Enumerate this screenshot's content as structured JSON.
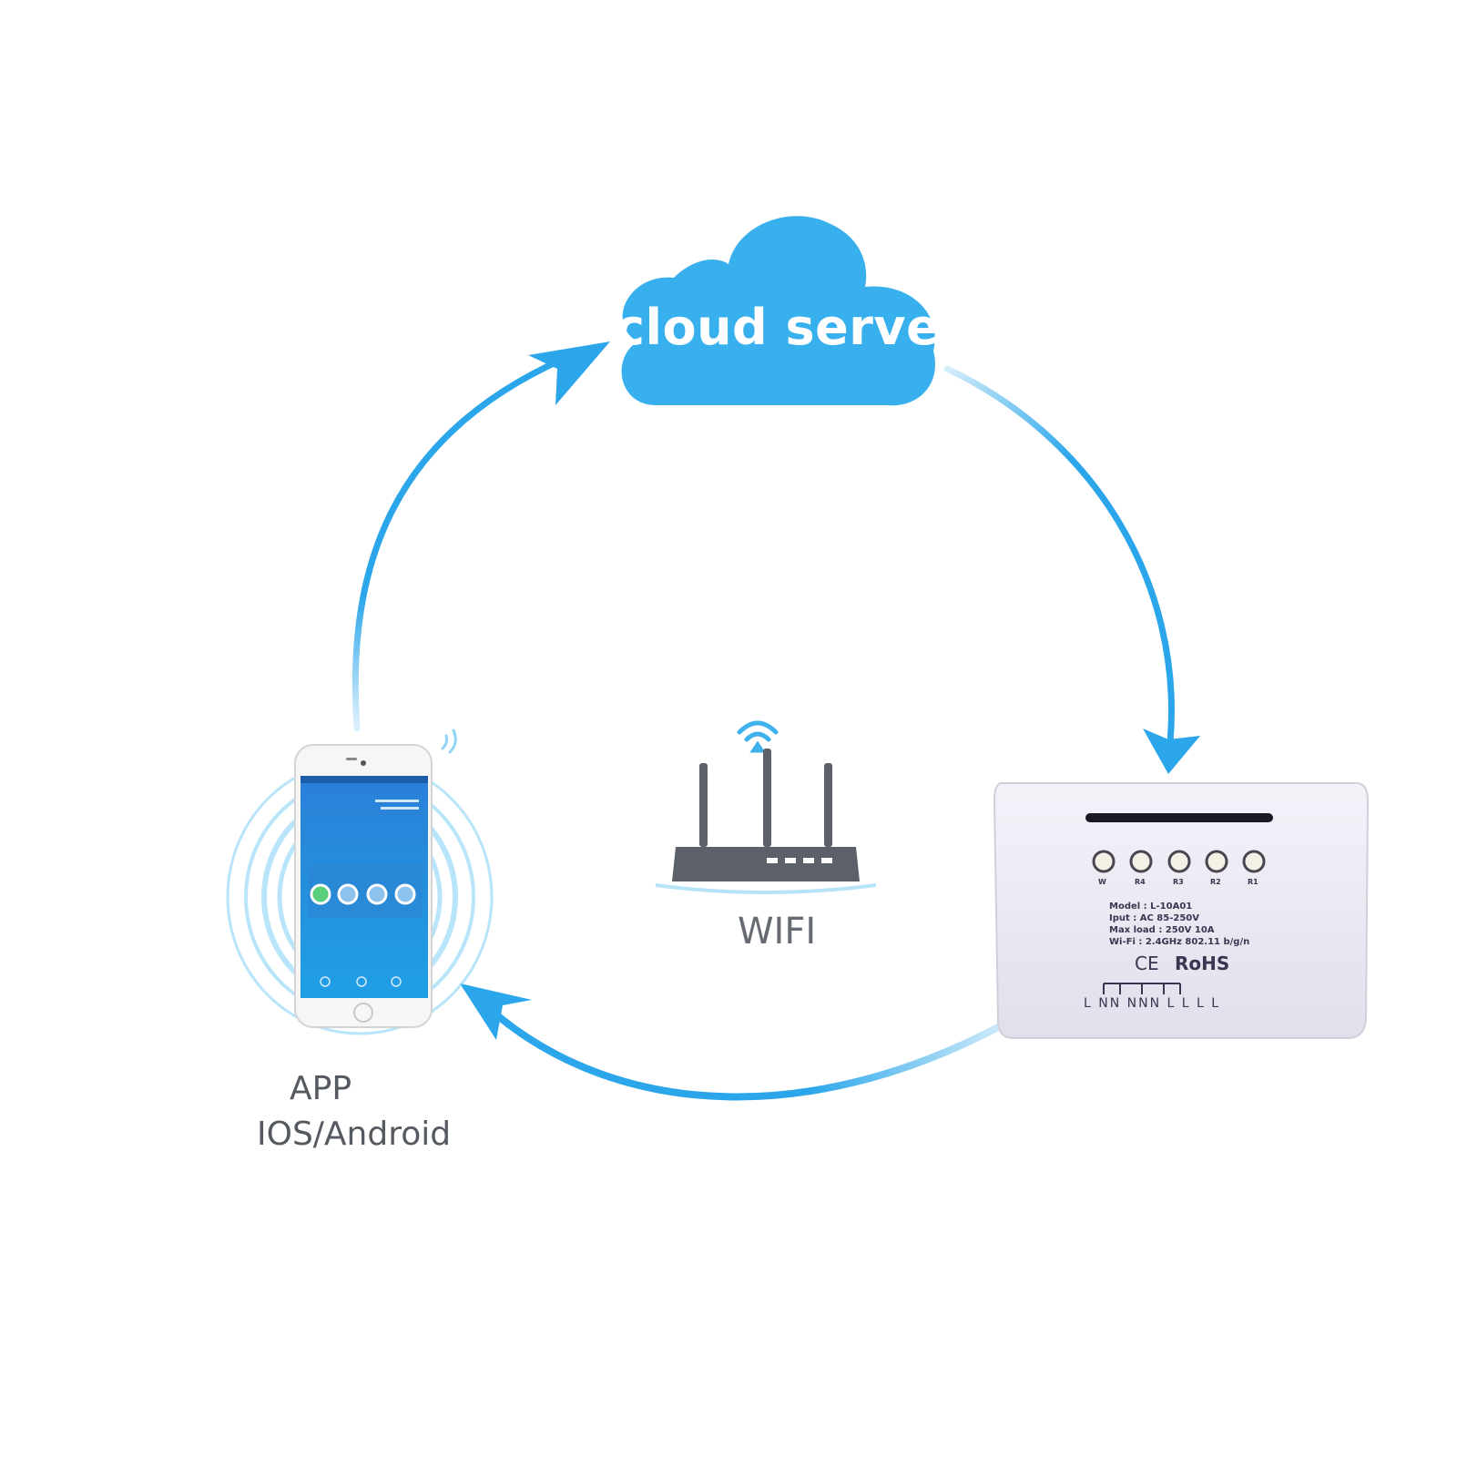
{
  "nodes": {
    "cloud": {
      "label": "cloud server"
    },
    "router": {
      "label": "WIFI"
    },
    "phone": {
      "label_line1": "APP",
      "label_line2": "IOS/Android"
    }
  },
  "relay": {
    "button_labels": [
      "W",
      "R4",
      "R3",
      "R2",
      "R1"
    ],
    "spec_lines": [
      "Model : L-10A01",
      "Iput : AC 85-250V",
      "Max load : 250V 10A",
      "Wi-Fi : 2.4GHz 802.11 b/g/n"
    ],
    "cert_ce": "CE",
    "cert_rohs": "RoHS",
    "terminals": "L NN NNN  L L  L L"
  },
  "colors": {
    "accent": "#2ba6ea",
    "cloud": "#38b0ee",
    "router": "#5b6069",
    "relay_body": "#e9e6f2"
  },
  "edges": [
    {
      "from": "phone",
      "to": "cloud"
    },
    {
      "from": "cloud",
      "to": "relay"
    },
    {
      "from": "relay",
      "to": "phone"
    }
  ]
}
